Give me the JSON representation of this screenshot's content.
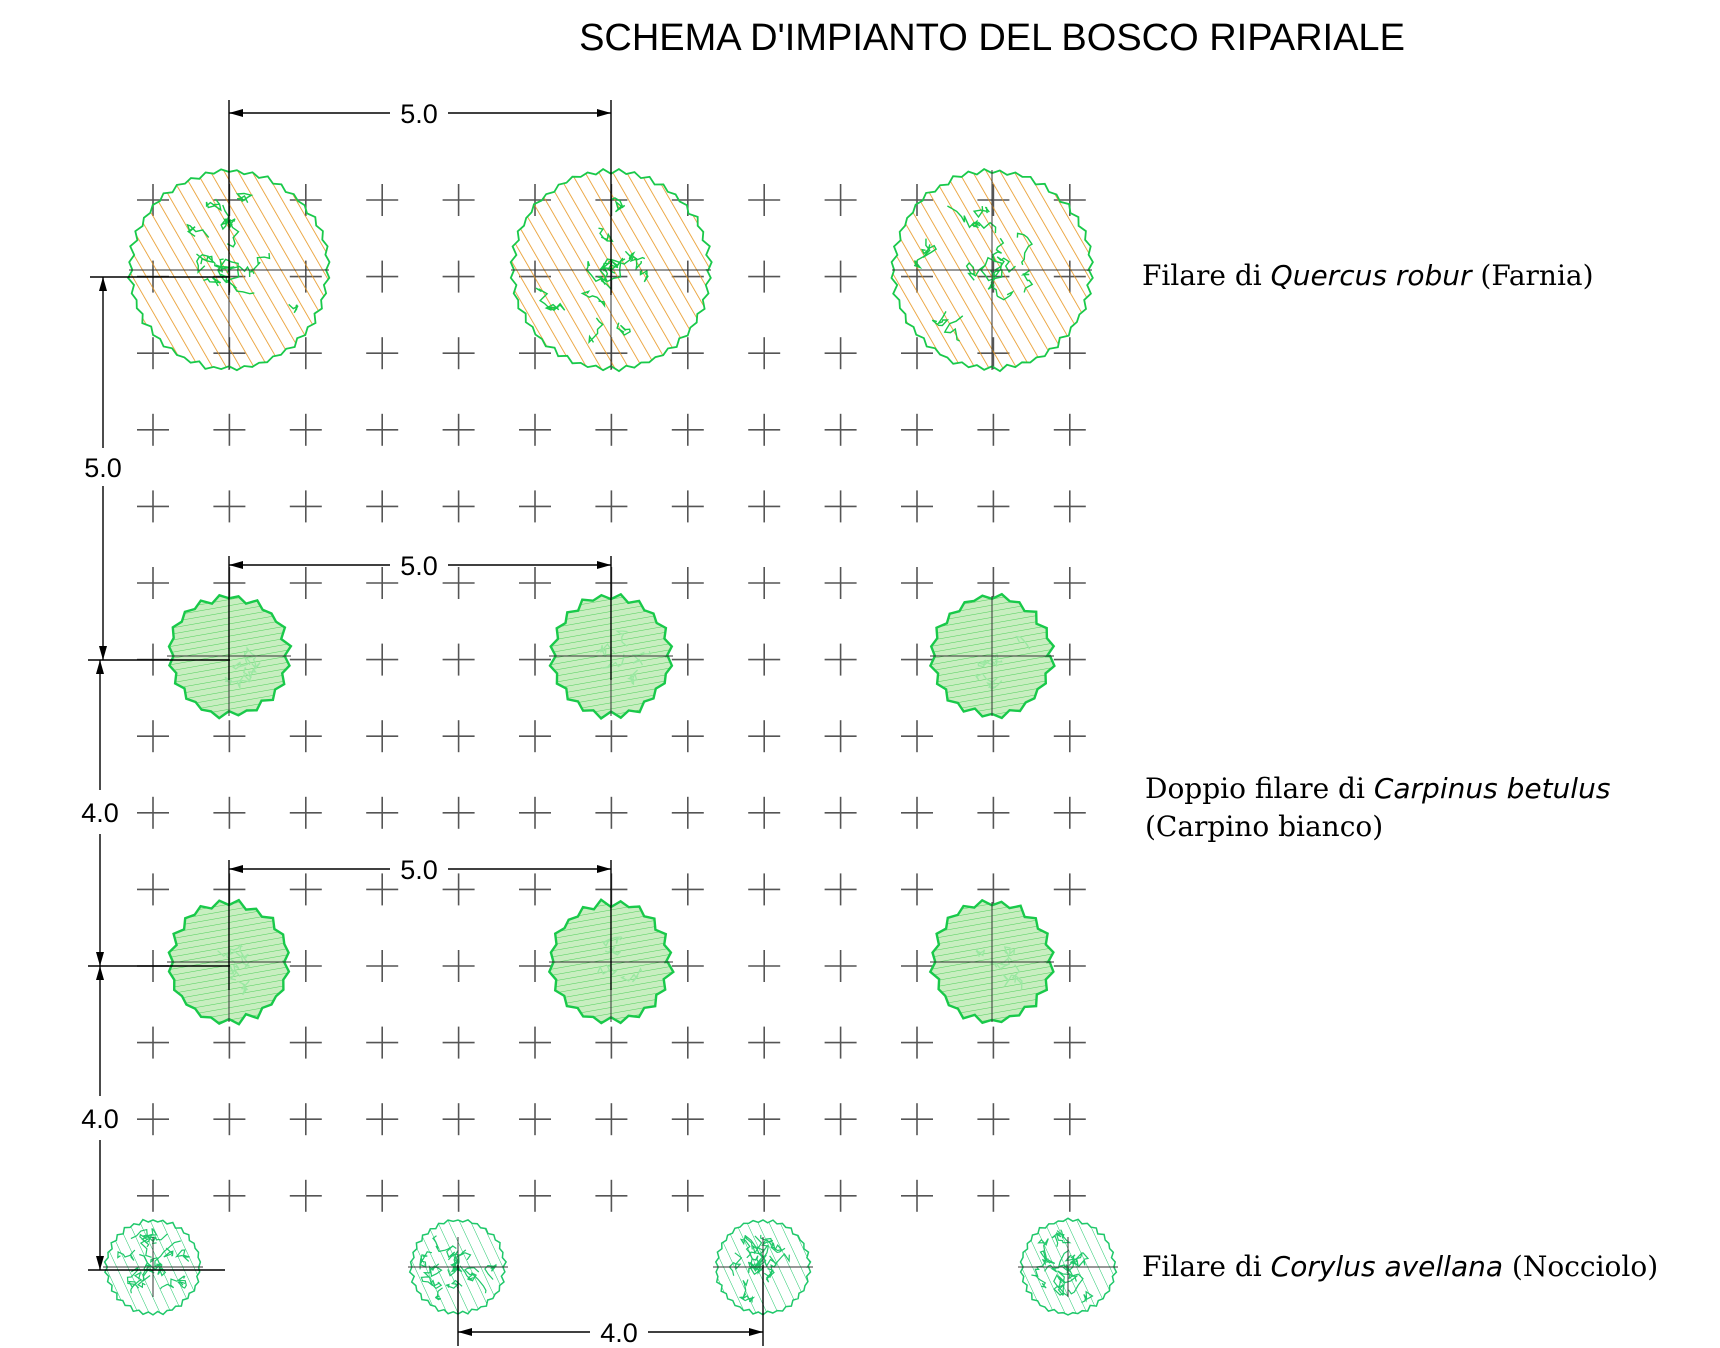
{
  "title": "SCHEMA D'IMPIANTO DEL BOSCO RIPARIALE",
  "dimensions": {
    "quercus_spacing": "5.0",
    "row_gap_quercus_carpinus": "5.0",
    "carpinus_row1_spacing": "5.0",
    "carpinus_double_row_gap": "4.0",
    "carpinus_row2_spacing": "5.0",
    "row_gap_carpinus_corylus": "4.0",
    "corylus_spacing": "4.0"
  },
  "legend": {
    "quercus": {
      "prefix": "Filare di ",
      "species": "Quercus robur",
      "common": " (Farnia)"
    },
    "carpinus": {
      "prefix": "Doppio filare di ",
      "species": "Carpinus betulus",
      "line2": "(Carpino bianco)"
    },
    "corylus": {
      "prefix": "Filare di ",
      "species": "Corylus avellana",
      "common": " (Nocciolo)"
    }
  },
  "colors": {
    "crown_outline": "#19c94a",
    "quercus_hatch": "#e8951e",
    "carpinus_fill": "#c8eec0",
    "carpinus_hatch": "#4fcf5a",
    "corylus_texture": "#1fc86a",
    "grid_cross": "#555555"
  }
}
